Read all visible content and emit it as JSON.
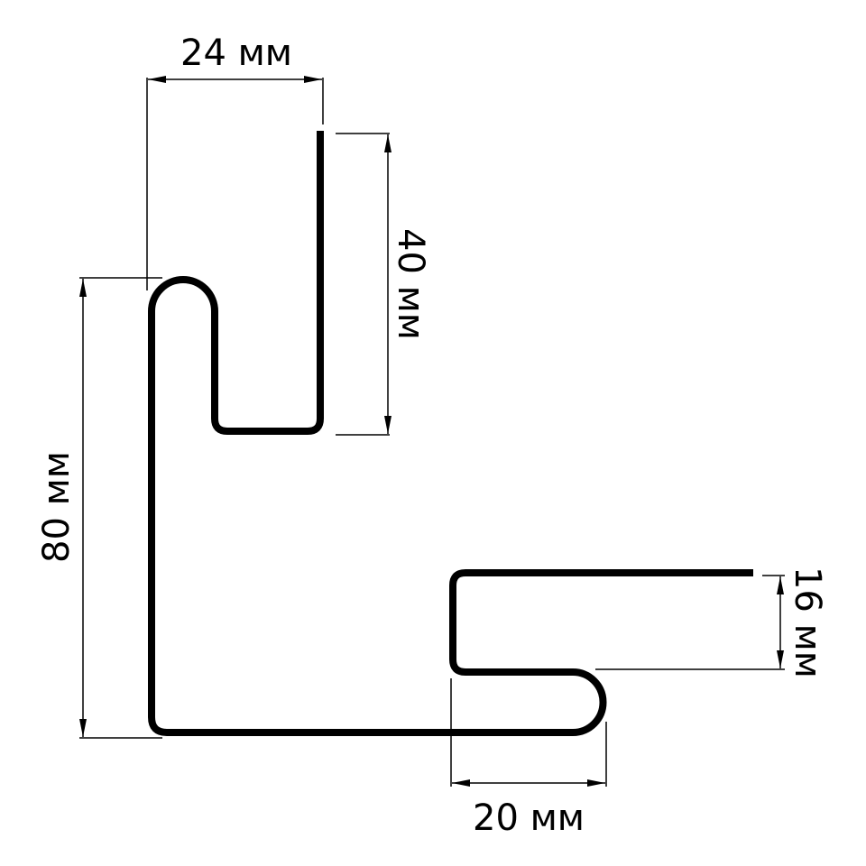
{
  "diagram": {
    "colors": {
      "stroke": "#000000",
      "background": "#ffffff"
    },
    "dimensions": {
      "top_width": "24 мм",
      "upper_height": "40 мм",
      "total_height": "80 мм",
      "lower_flange_height": "16 мм",
      "lower_width": "20 мм"
    }
  }
}
